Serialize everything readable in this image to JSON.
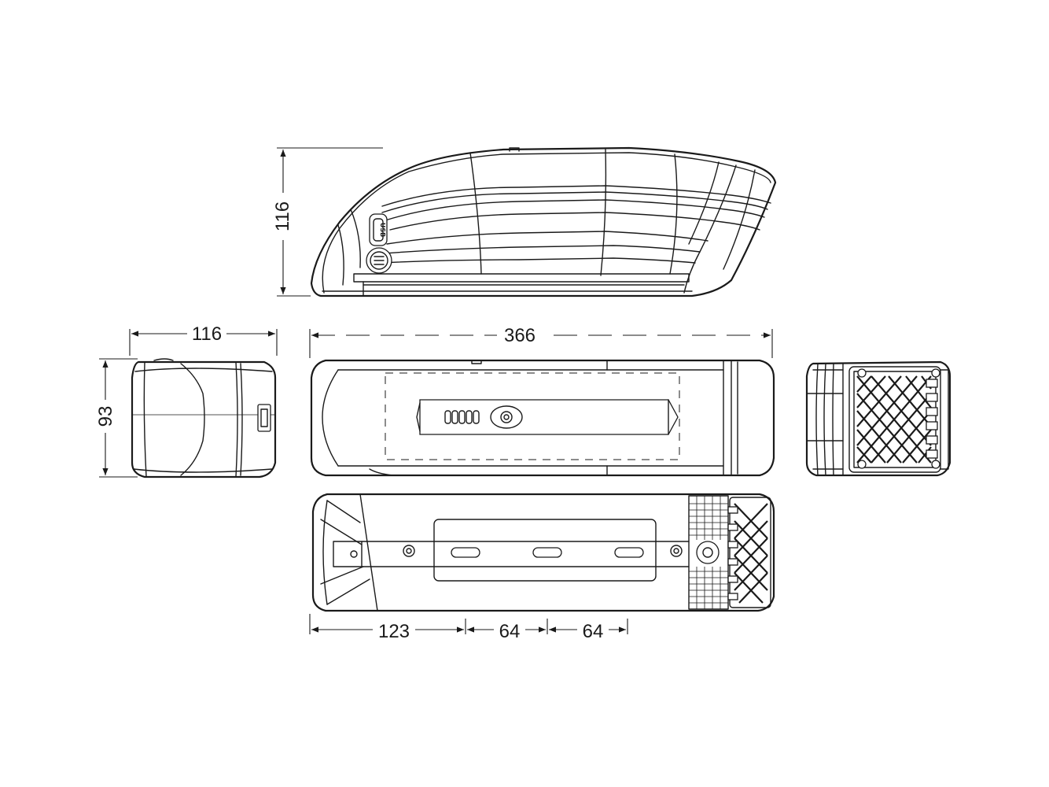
{
  "dimensions": {
    "height_side": "116",
    "width_end": "116",
    "height_end": "93",
    "length_total": "366",
    "mount_offset": "123",
    "mount_spacing_1": "64",
    "mount_spacing_2": "64"
  },
  "labels": {
    "usb": "USB"
  }
}
